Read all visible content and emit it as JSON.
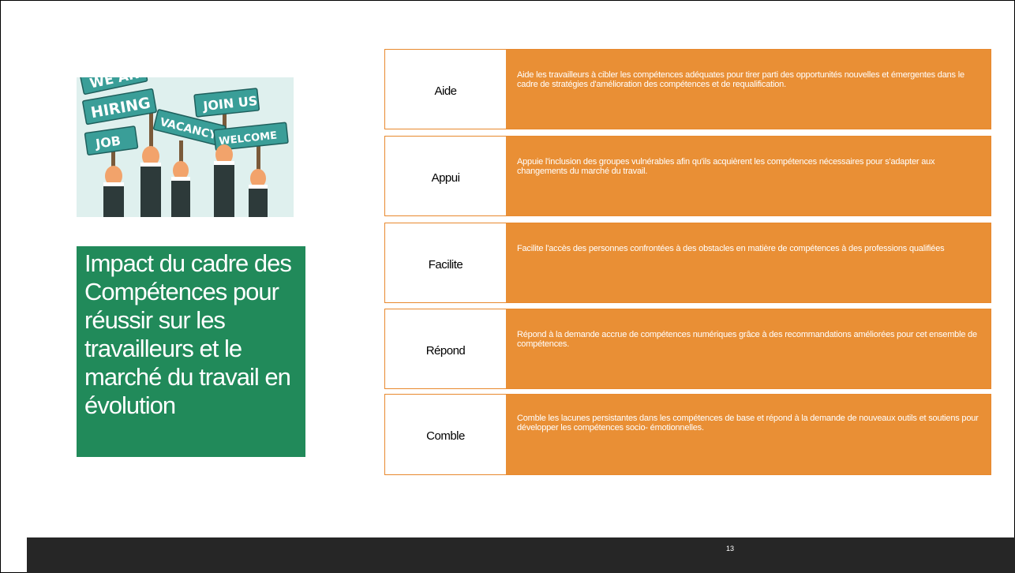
{
  "illustration": {
    "signs": [
      "WE ARE",
      "HIRING",
      "JOIN US",
      "VACANCY",
      "WELCOME",
      "JOB"
    ]
  },
  "title": "Impact du cadre des Compétences pour réussir sur les travailleurs et le marché du travail en évolution",
  "rows": [
    {
      "label": "Aide",
      "text": "Aide les travailleurs à cibler les compétences adéquates pour tirer parti des opportunités nouvelles et émergentes dans le cadre de stratégies d'amélioration des compétences et de requalification."
    },
    {
      "label": "Appui",
      "text": "Appuie l'inclusion des groupes vulnérables afin qu'ils acquièrent les compétences nécessaires pour s'adapter aux changements du marché du travail."
    },
    {
      "label": "Facilite",
      "text": "Facilite l'accès des personnes confrontées à des obstacles en matière de compétences à des professions qualifiées"
    },
    {
      "label": "Répond",
      "text": "Répond à la demande accrue de compétences numériques grâce à des recommandations améliorées pour cet ensemble de compétences."
    },
    {
      "label": "Comble",
      "text": "Comble les lacunes persistantes dans les compétences de base et répond à la demande de nouveaux outils et soutiens pour développer les compétences socio- émotionnelles."
    }
  ],
  "footer": {
    "page_number": "13"
  },
  "colors": {
    "orange": "#e98f35",
    "green": "#218a5a",
    "footer": "#262626"
  }
}
